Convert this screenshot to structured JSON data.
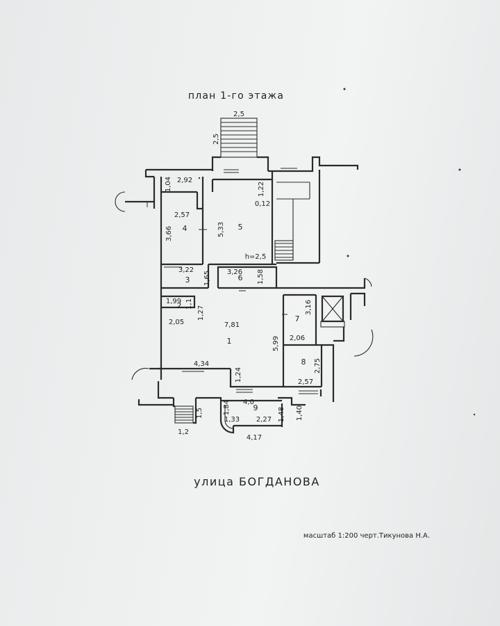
{
  "plan": {
    "title": "план 1-го этажа",
    "street": "улица БОГДАНОВА",
    "footer": "масштаб 1:200 черт.Тикунова Н.А.",
    "rooms": {
      "r1": "1",
      "r2": "2",
      "r3": "3",
      "r4": "4",
      "r5": "5",
      "r6": "6",
      "r7": "7",
      "r8": "8",
      "r9": "9"
    },
    "dims": {
      "stair_top_w": "2,5",
      "stair_top_h": "2,5",
      "d_2_92": "2,92",
      "d_1_04": "1,04",
      "d_1_22": "1,22",
      "d_0_12": "0,12",
      "d_2_57a": "2,57",
      "d_3_66": "3,66",
      "d_5_33": "5,33",
      "d_h": "h=2,5",
      "d_3_22": "3,22",
      "d_3_26": "3,26",
      "d_1_65": "1,65",
      "d_1_58": "1,58",
      "d_1_99": "1,99",
      "d_1_1": "1,1",
      "d_1_27": "1,27",
      "d_2_05": "2,05",
      "d_7_81": "7,81",
      "d_3_16": "3,16",
      "d_2_06": "2,06",
      "d_5_99": "5,99",
      "d_2_75": "2,75",
      "d_4_34": "4,34",
      "d_1_24": "1,24",
      "d_2_57b": "2,57",
      "d_4_0": "4,0",
      "d_1_84": "1,84",
      "d_1_33": "1,33",
      "d_2_27": "2,27",
      "d_1_48": "1,48",
      "d_1_40": "1,40",
      "d_1_5": "1,5",
      "d_1_2": "1,2",
      "d_4_17": "4,17"
    }
  }
}
